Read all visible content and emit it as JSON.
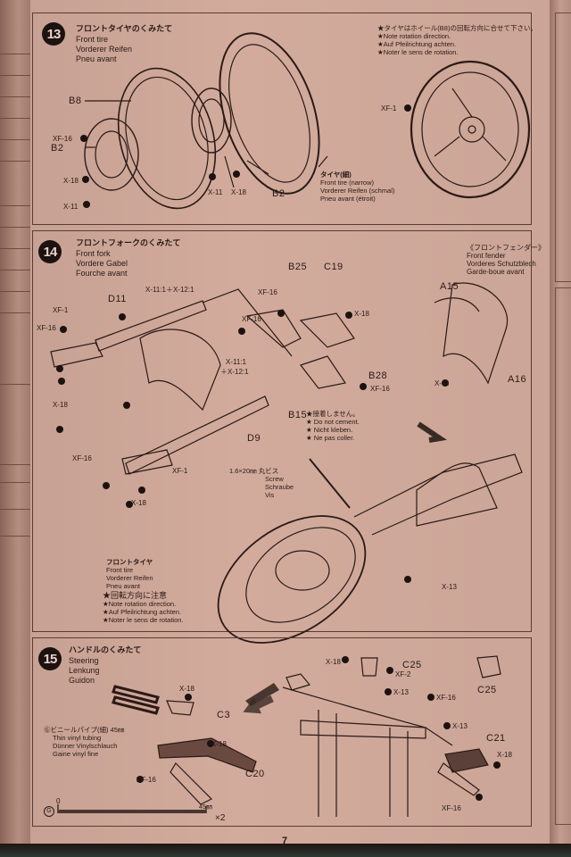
{
  "page_number": "7",
  "steps": [
    {
      "number": "13",
      "title_jp": "フロントタイヤのくみたて",
      "title_en": "Front tire",
      "title_de": "Vorderer Reifen",
      "title_fr": "Pneu avant",
      "note": {
        "jp": "★タイヤはホイール(B8)の回転方向に合せて下さい。",
        "en": "★Note rotation direction.",
        "de": "★Auf Pfeilrichtung achten.",
        "fr": "★Noter le sens de rotation."
      },
      "parts": [
        "B8",
        "B2",
        "B2"
      ],
      "screws": [
        "XF-16",
        "X-18",
        "X-11",
        "X-11",
        "X-18",
        "XF-1"
      ],
      "tire_label": {
        "jp": "タイヤ(細)",
        "en": "Front tire (narrow)",
        "de": "Vorderer Reifen (schmal)",
        "fr": "Pneu avant (étroit)"
      }
    },
    {
      "number": "14",
      "title_jp": "フロントフォークのくみたて",
      "title_en": "Front fork",
      "title_de": "Vordere Gabel",
      "title_fr": "Fourche avant",
      "parts": [
        "D11",
        "D9",
        "B25",
        "C19",
        "B28",
        "B15",
        "A15",
        "A16"
      ],
      "screws": [
        "X-11:1＋X-12:1",
        "X-11:1",
        "＋X-12:1",
        "XF-1",
        "XF-16",
        "X-18",
        "XF-16",
        "X-18",
        "XF-1",
        "XF-16",
        "XF-16",
        "X-18",
        "XF-16",
        "X-11",
        "X-13"
      ],
      "no_cement": {
        "jp": "★接着しません。",
        "en": "★ Do not cement.",
        "de": "★ Nicht kleben.",
        "fr": "★ Ne pas coller."
      },
      "fender": {
        "jp": "《フロントフェンダー》",
        "en": "Front fender",
        "de": "Vorderes Schutzblech",
        "fr": "Garde-boue avant"
      },
      "screw_spec": {
        "jp": "1.6×20㎜ 丸ビス",
        "en": "Screw",
        "de": "Schraube",
        "fr": "Vis"
      },
      "front_tire": {
        "jp": "フロントタイヤ",
        "en": "Front tire",
        "de": "Vorderer Reifen",
        "fr": "Pneu avant"
      },
      "rotation_note": {
        "jp": "★回転方向に注意",
        "en": "★Note rotation direction.",
        "de": "★Auf Pfeilrichtung achten.",
        "fr": "★Noter le sens de rotation."
      }
    },
    {
      "number": "15",
      "title_jp": "ハンドルのくみたて",
      "title_en": "Steering",
      "title_de": "Lenkung",
      "title_fr": "Guidon",
      "parts": [
        "C3",
        "C20",
        "C25",
        "C25",
        "C21"
      ],
      "screws": [
        "X-18",
        "X-18",
        "XF-16",
        "X-18",
        "XF-2",
        "X-13",
        "XF-16",
        "X-13",
        "X-18",
        "XF-16"
      ],
      "tubing": {
        "jp": "Ⓖビニールパイプ(細) 45㎜",
        "en": "Thin vinyl tubing",
        "de": "Dünner Vinylschlauch",
        "fr": "Gaine vinyl fine"
      },
      "scale": {
        "letter": "G",
        "start": "0",
        "end": "45㎜",
        "multiplier": "×2"
      }
    }
  ]
}
